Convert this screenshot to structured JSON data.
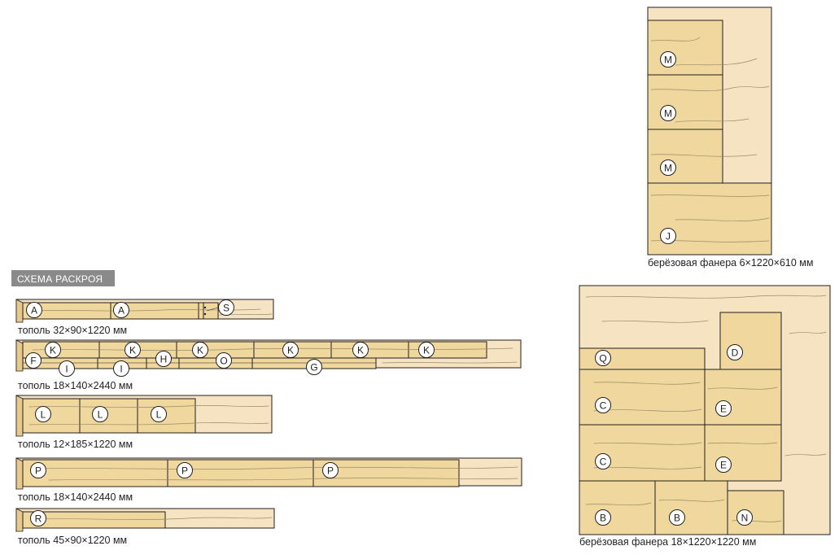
{
  "title": "СХЕМА РАСКРОЯ",
  "colors": {
    "board_light": "#f6e3c1",
    "part_fill": "#efd79d",
    "edge": "#231f20",
    "title_bg": "#8a8a8a"
  },
  "boards": [
    {
      "label": "тополь 32×90×1220 мм",
      "parts": [
        "A",
        "A",
        "S"
      ]
    },
    {
      "label": "тополь 18×140×2440 мм",
      "parts": [
        "F",
        "K",
        "I",
        "K",
        "I",
        "H",
        "K",
        "O",
        "K",
        "G",
        "K",
        "K"
      ]
    },
    {
      "label": "тополь 12×185×1220 мм",
      "parts": [
        "L",
        "L",
        "L"
      ]
    },
    {
      "label": "тополь 18×140×2440 мм",
      "parts": [
        "P",
        "P",
        "P"
      ]
    },
    {
      "label": "тополь 45×90×1220 мм",
      "parts": [
        "R"
      ]
    }
  ],
  "sheets": [
    {
      "label": "берёзовая фанера 6×1220×610 мм",
      "parts": [
        "M",
        "M",
        "M",
        "J"
      ]
    },
    {
      "label": "берёзовая фанера 18×1220×1220 мм",
      "parts": [
        "Q",
        "D",
        "C",
        "E",
        "C",
        "E",
        "B",
        "B",
        "N"
      ]
    }
  ]
}
